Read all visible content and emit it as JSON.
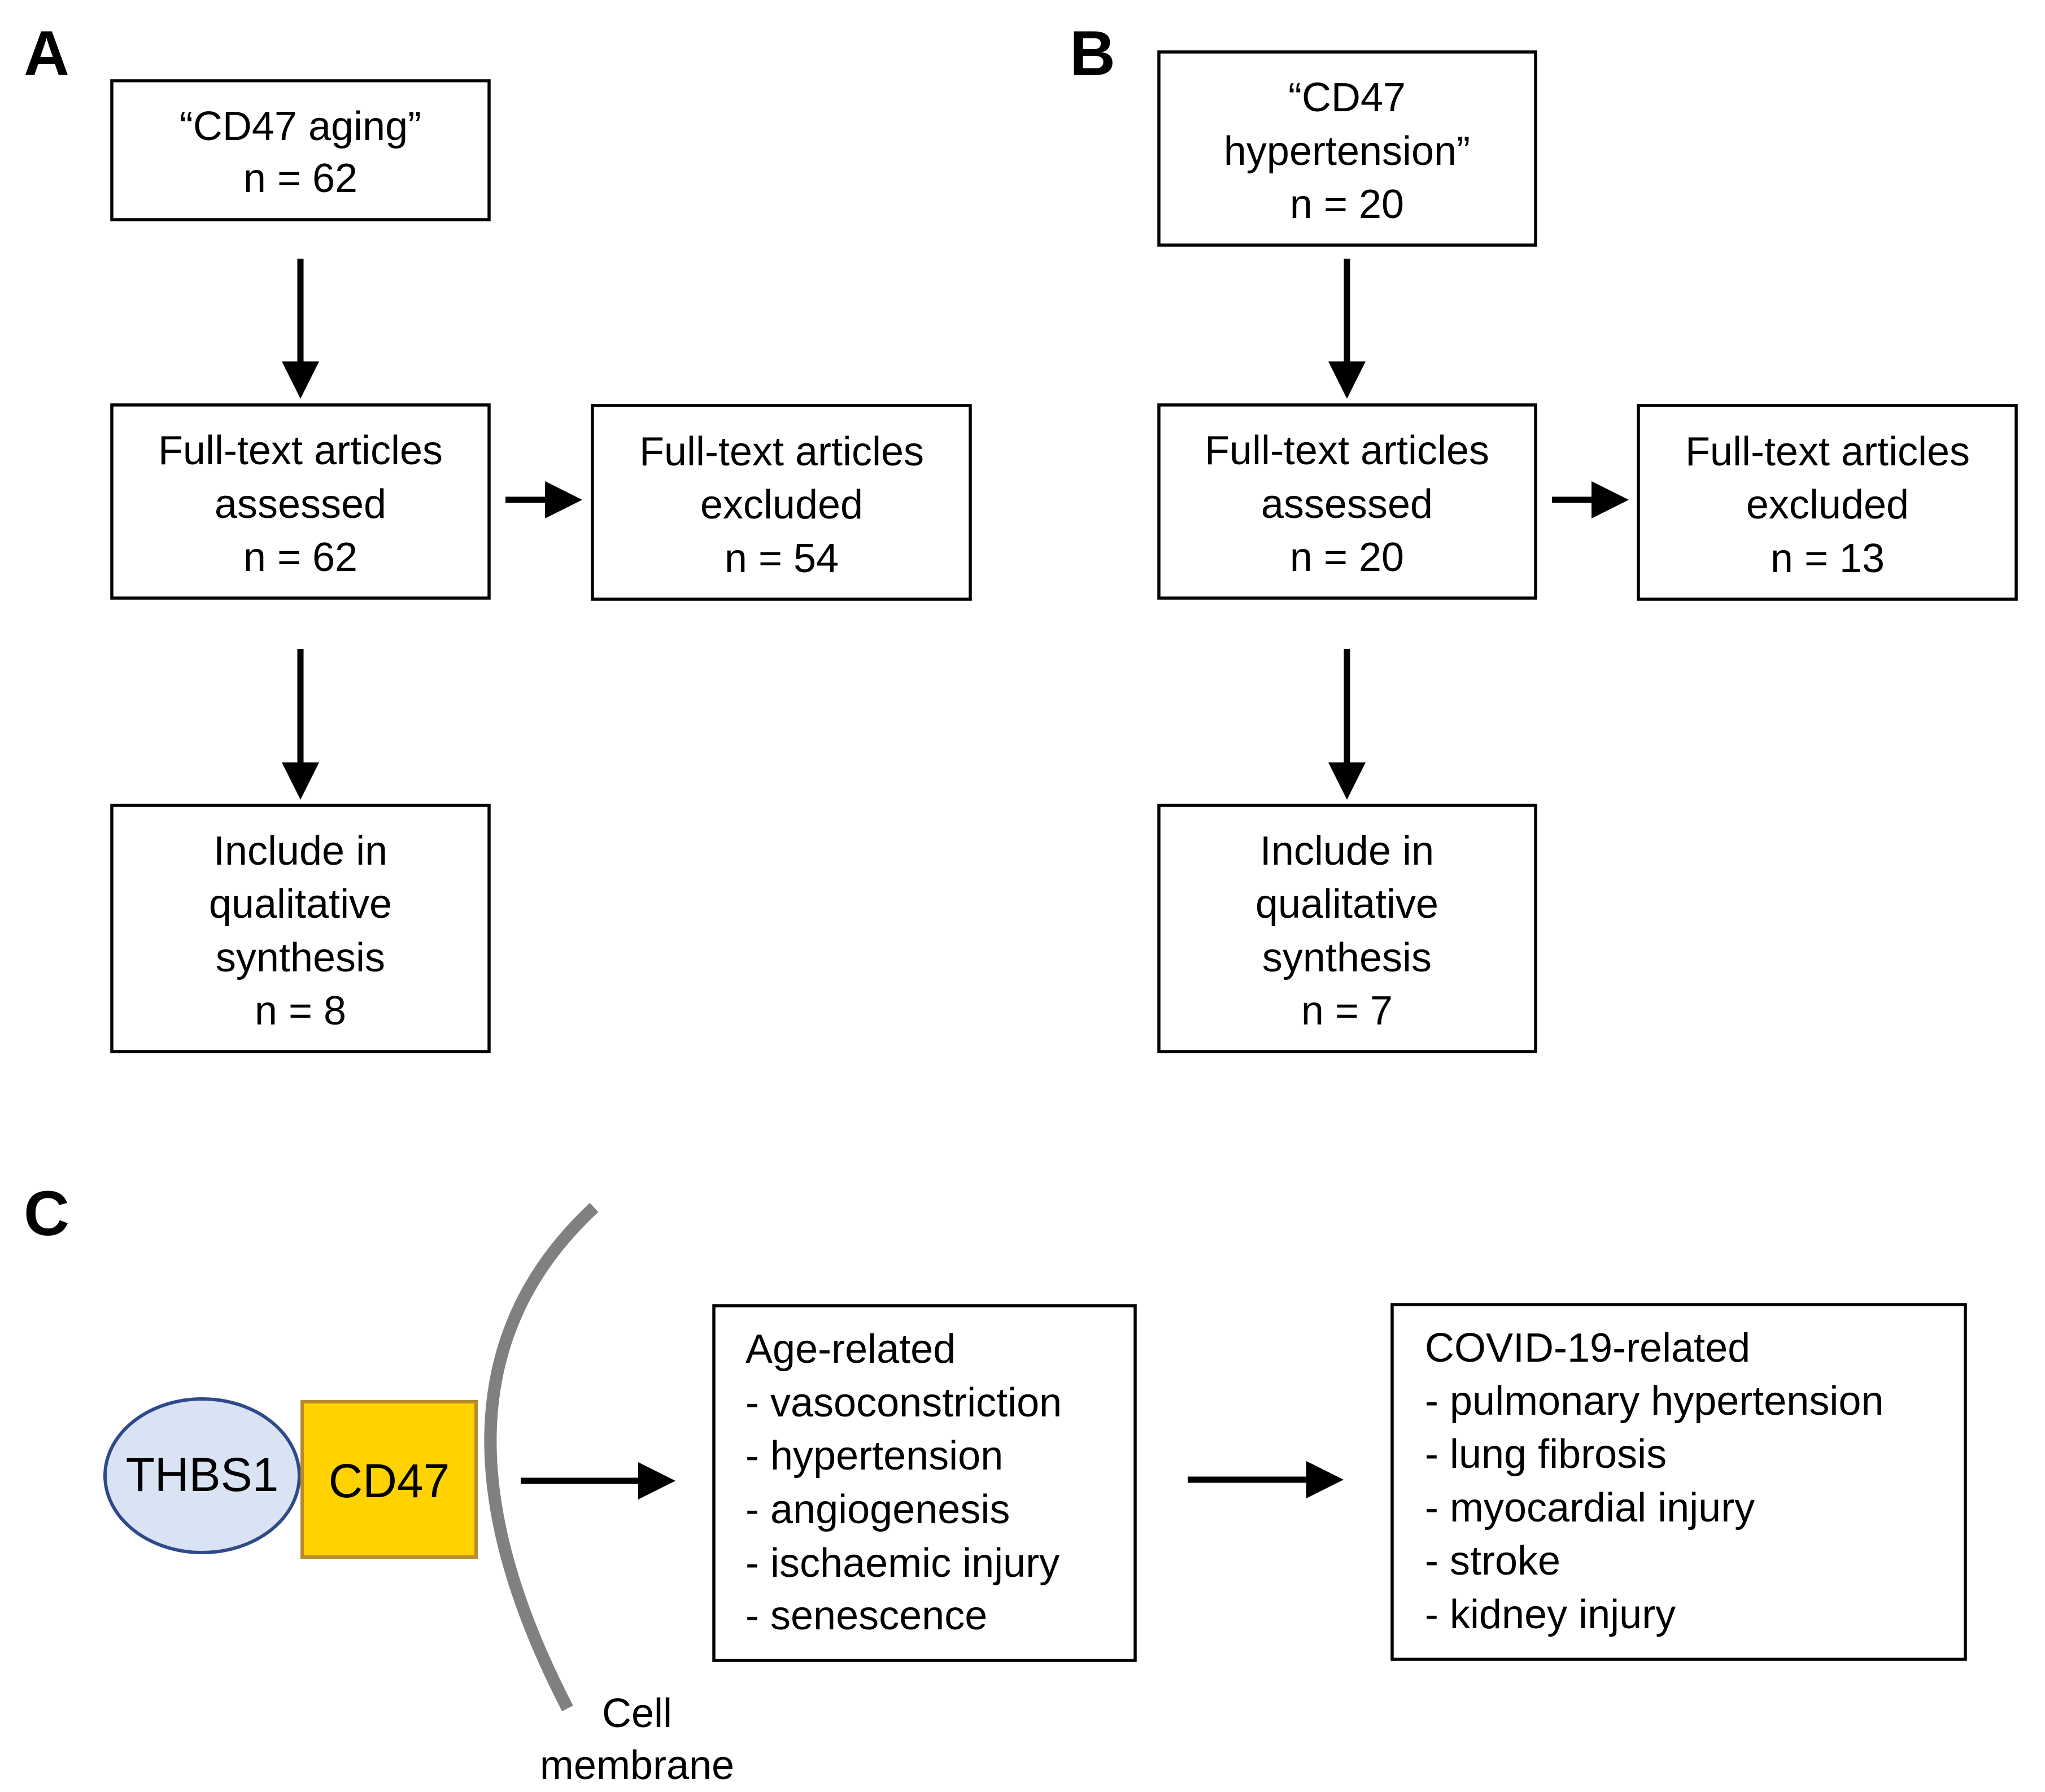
{
  "panels": {
    "A": {
      "label": "A",
      "search_box": {
        "line1": "“CD47 aging”",
        "line2": "n = 62"
      },
      "assessed_box": {
        "line1": "Full-text articles",
        "line2": "assessed",
        "line3": "n = 62"
      },
      "excluded_box": {
        "line1": "Full-text articles",
        "line2": "excluded",
        "line3": "n = 54"
      },
      "included_box": {
        "line1": "Include in",
        "line2": "qualitative",
        "line3": "synthesis",
        "line4": "n = 8"
      }
    },
    "B": {
      "label": "B",
      "search_box": {
        "line1": "“CD47",
        "line2": "hypertension”",
        "line3": "n = 20"
      },
      "assessed_box": {
        "line1": "Full-text articles",
        "line2": "assessed",
        "line3": "n = 20"
      },
      "excluded_box": {
        "line1": "Full-text articles",
        "line2": "excluded",
        "line3": "n = 13"
      },
      "included_box": {
        "line1": "Include in",
        "line2": "qualitative",
        "line3": "synthesis",
        "line4": "n = 7"
      }
    },
    "C": {
      "label": "C",
      "thbs1": "THBS1",
      "cd47": "CD47",
      "membrane_line1": "Cell",
      "membrane_line2": "membrane",
      "age_box": {
        "title": "Age-related",
        "items": [
          "- vasoconstriction",
          "- hypertension",
          "- angiogenesis",
          "- ischaemic injury",
          "- senescence"
        ]
      },
      "covid_box": {
        "title": "COVID-19-related",
        "items": [
          "- pulmonary hypertension",
          "- lung fibrosis",
          "- myocardial injury",
          "- stroke",
          "- kidney injury"
        ]
      }
    }
  },
  "colors": {
    "thbs1_fill": "#dae3f3",
    "thbs1_stroke": "#2f4a8a",
    "cd47_fill": "#ffd200",
    "cd47_stroke": "#b88a2c",
    "membrane": "#808080",
    "arrow": "#000000"
  }
}
